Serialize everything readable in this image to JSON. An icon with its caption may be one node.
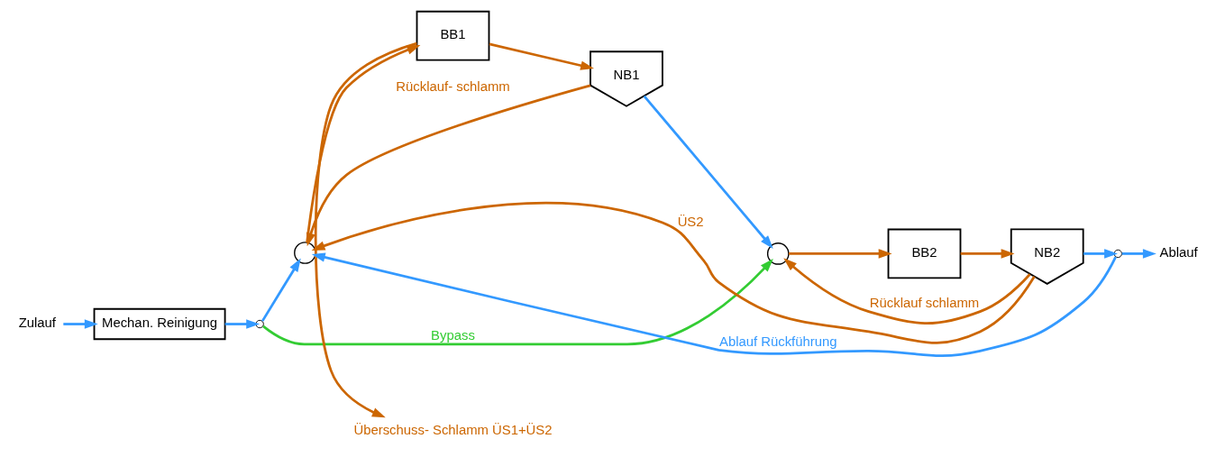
{
  "diagram": {
    "nodes": [
      {
        "text": [
          "Zulauf"
        ]
      },
      {
        "text": [
          "Mechan. Reinigung"
        ]
      },
      {
        "text": [],
        "shape": "circle"
      },
      {
        "text": [],
        "shape": "circle"
      },
      {
        "text": [
          "BB1"
        ]
      },
      {
        "text": [
          "NB1"
        ]
      },
      {
        "text": [],
        "shape": "circle"
      },
      {
        "text": [
          "BB2"
        ]
      },
      {
        "text": [
          "NB2"
        ]
      },
      {
        "text": [],
        "shape": "circle"
      },
      {
        "text": [
          "Ablauf"
        ]
      },
      {
        "text": [
          "Überschuss- Schlamm ÜS1+ÜS2"
        ]
      }
    ],
    "edges": [
      {
        "from": 0,
        "to": 1,
        "arrow": "to",
        "color": "#3399ff"
      },
      {
        "from": 1,
        "to": 2,
        "arrow": "to",
        "color": "#3399ff"
      },
      {
        "from": 2,
        "to": 3,
        "arrow": "to",
        "color": "#3399ff"
      },
      {
        "from": 3,
        "to": 4,
        "arrow": "to"
      },
      {
        "from": 4,
        "to": 5,
        "arrow": "to"
      },
      {
        "from": 5,
        "to": 6,
        "arrow": "to",
        "color": "#3399ff"
      },
      {
        "from": 6,
        "to": 7,
        "arrow": "to"
      },
      {
        "from": 7,
        "to": 8,
        "arrow": "to"
      },
      {
        "from": 8,
        "to": 9,
        "arrow": "to",
        "color": "#3399ff"
      },
      {
        "from": 9,
        "to": 10,
        "arrow": "to",
        "color": "#3399ff"
      },
      {
        "from": 2,
        "to": 6,
        "arrow": "to",
        "label": "Bypass",
        "color": "#33cc33"
      },
      {
        "from": 8,
        "to": 3,
        "arrow": "to",
        "label": "ÜS2"
      },
      {
        "from": 5,
        "to": 3,
        "arrow": "to",
        "label": "Rücklauf- schlamm"
      },
      {
        "from": 4,
        "to": 11,
        "arrow": "to"
      },
      {
        "from": 8,
        "to": 6,
        "arrow": "to",
        "label": "Rücklauf schlamm"
      },
      {
        "from": 9,
        "to": 3,
        "arrow": "to",
        "label": "Ablauf Rückführung",
        "color": "#3399ff"
      }
    ]
  }
}
